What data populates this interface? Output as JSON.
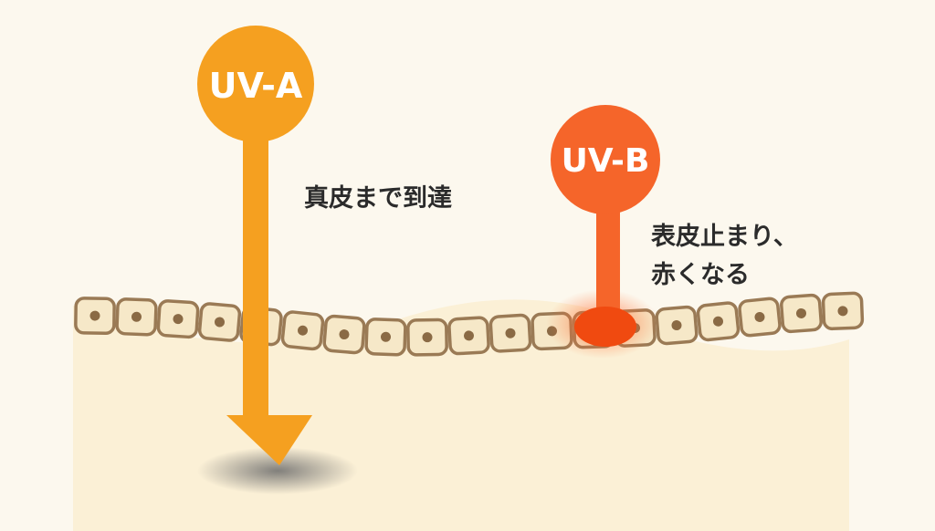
{
  "uva": {
    "label": "UV-A",
    "caption": "真皮まで到達",
    "color": "#f5a020"
  },
  "uvb": {
    "label": "UV-B",
    "caption_line1": "表皮止まり、",
    "caption_line2": "赤くなる",
    "color": "#f5652a"
  },
  "colors": {
    "background": "#fcf8ee",
    "dermis": "#fbf0d6",
    "cell_fill": "#f6e8c8",
    "cell_border": "#9a7a55",
    "nucleus": "#8a6a45",
    "burn": "#f04a10"
  }
}
